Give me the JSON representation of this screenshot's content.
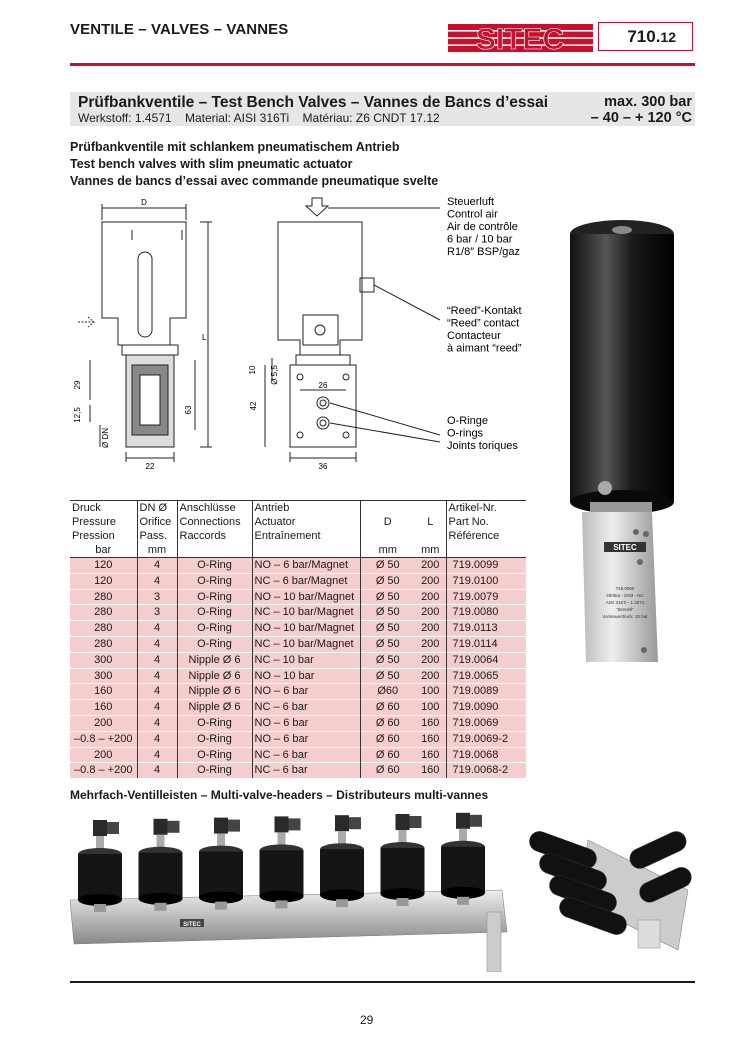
{
  "header": {
    "title": "VENTILE – VALVES – VANNES",
    "logo_text": "SITEC",
    "page_code_main": "710.",
    "page_code_sub": "12",
    "accent_color": "#c8102e"
  },
  "section": {
    "title": "Prüfbankventile – Test Bench Valves – Vannes de Bancs d’essai",
    "subtitle": "Werkstoff: 1.4571    Material: AISI 316Ti    Matériau: Z6 CNDT 17.12",
    "pressure": "max. 300 bar",
    "temperature": "– 40 – + 120 °C"
  },
  "intro": [
    "Prüfbankventile mit schlankem pneumatischem Antrieb",
    "Test bench valves with slim pneumatic actuator",
    "Vannes de bancs d’essai avec commande pneumatique svelte"
  ],
  "drawing": {
    "dim_D": "D",
    "dim_L": "L",
    "dim_29": "29",
    "dim_63": "63",
    "dim_125": "12,5",
    "dim_DN": "Ø DN",
    "dim_22": "22",
    "dim_10": "10",
    "dim_55": "Ø 5,5",
    "dim_26": "26",
    "dim_42": "42",
    "dim_36": "36",
    "callout_air": [
      "Steuerluft",
      "Control air",
      "Air de contrôle",
      "6 bar / 10 bar",
      "R1/8″ BSP/gaz"
    ],
    "callout_reed": [
      "“Reed”-Kontakt",
      "“Reed” contact",
      "Contacteur",
      "à aimant “reed”"
    ],
    "callout_oring": [
      "O-Ringe",
      "O-rings",
      "Joints toriques"
    ]
  },
  "photo": {
    "plate_lines": [
      "719.0060",
      "280bar - DN3 - NC",
      "AISI 316Ti - 1.4571",
      "“Brenell”",
      "Vorsteuerdruck: 10 bar"
    ]
  },
  "table": {
    "headers": [
      [
        "Druck",
        "Pressure",
        "Pression"
      ],
      [
        "DN Ø",
        "Orifice",
        "Pass."
      ],
      [
        "Anschlüsse",
        "Connections",
        "Raccords"
      ],
      [
        "Antrieb",
        "Actuator",
        "Entraînement"
      ],
      [
        "",
        "D",
        ""
      ],
      [
        "",
        "L",
        ""
      ],
      [
        "Artikel-Nr.",
        "Part No.",
        "Référence"
      ]
    ],
    "units": [
      "bar",
      "mm",
      "",
      "",
      "mm",
      "mm",
      ""
    ],
    "rows": [
      [
        "120",
        "4",
        "O-Ring",
        "NO – 6 bar/Magnet",
        "Ø 50",
        "200",
        "719.0099"
      ],
      [
        "120",
        "4",
        "O-Ring",
        "NC – 6 bar/Magnet",
        "Ø 50",
        "200",
        "719.0100"
      ],
      [
        "280",
        "3",
        "O-Ring",
        "NO – 10 bar/Magnet",
        "Ø 50",
        "200",
        "719.0079"
      ],
      [
        "280",
        "3",
        "O-Ring",
        "NC – 10 bar/Magnet",
        "Ø 50",
        "200",
        "719.0080"
      ],
      [
        "280",
        "4",
        "O-Ring",
        "NO – 10 bar/Magnet",
        "Ø 50",
        "200",
        "719.0113"
      ],
      [
        "280",
        "4",
        "O-Ring",
        "NC – 10 bar/Magnet",
        "Ø 50",
        "200",
        "719.0114"
      ],
      [
        "300",
        "4",
        "Nipple Ø 6",
        "NC – 10 bar",
        "Ø 50",
        "200",
        "719.0064"
      ],
      [
        "300",
        "4",
        "Nipple Ø 6",
        "NO – 10 bar",
        "Ø 50",
        "200",
        "719.0065"
      ],
      [
        "160",
        "4",
        "Nipple Ø 6",
        "NO – 6 bar",
        "Ø60",
        "100",
        "719.0089"
      ],
      [
        "160",
        "4",
        "Nipple Ø 6",
        "NC – 6 bar",
        "Ø 60",
        "100",
        "719.0090"
      ],
      [
        "200",
        "4",
        "O-Ring",
        "NO – 6 bar",
        "Ø 60",
        "160",
        "719.0069"
      ],
      [
        "–0.8 – +200",
        "4",
        "O-Ring",
        "NO – 6 bar",
        "Ø 60",
        "160",
        "719.0069-2"
      ],
      [
        "200",
        "4",
        "O-Ring",
        "NC – 6 bar",
        "Ø 60",
        "160",
        "719.0068"
      ],
      [
        "–0.8 – +200",
        "4",
        "O-Ring",
        "NC – 6 bar",
        "Ø 60",
        "160",
        "719.0068-2"
      ]
    ],
    "row_color": "#f5cdcd"
  },
  "multi": {
    "title": "Mehrfach-Ventilleisten – Multi-valve-headers – Distributeurs multi-vannes",
    "rail_label": "SITEC"
  },
  "footer": {
    "page_number": "29"
  }
}
